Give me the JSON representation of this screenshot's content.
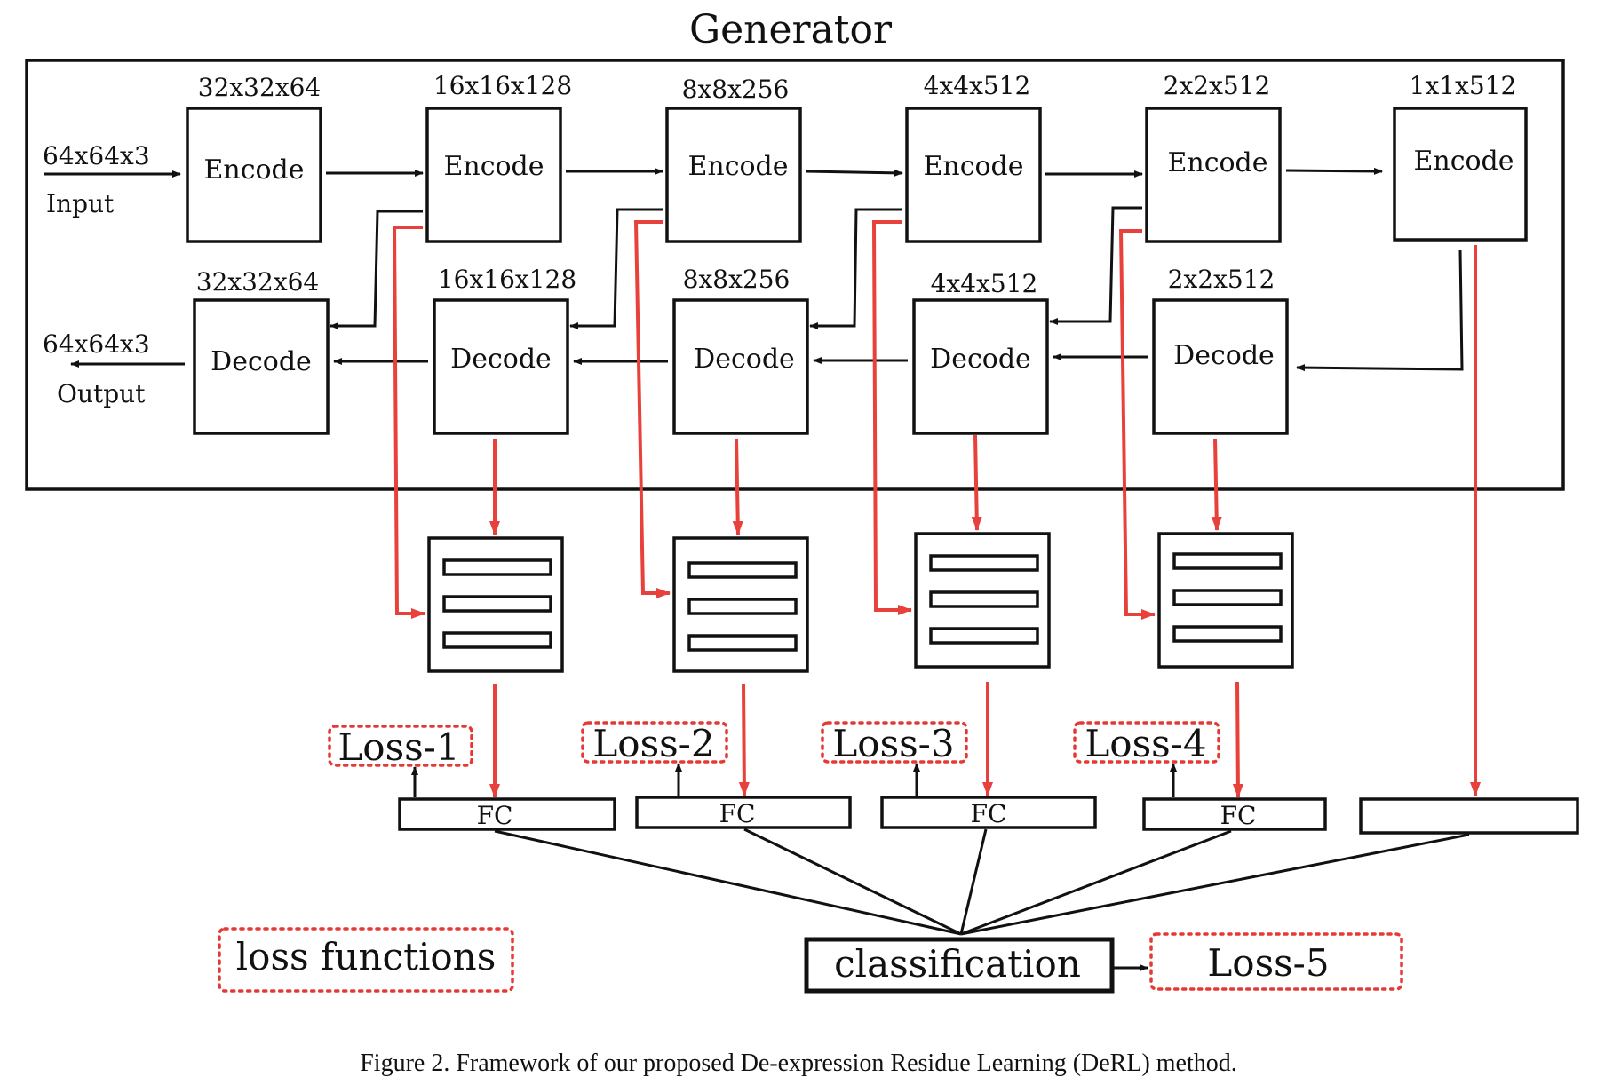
{
  "title": "Generator",
  "input": {
    "dims": "64x64x3",
    "label": "Input"
  },
  "output": {
    "dims": "64x64x3",
    "label": "Output"
  },
  "encoders": [
    {
      "label": "Encode",
      "dims": "32x32x64"
    },
    {
      "label": "Encode",
      "dims": "16x16x128"
    },
    {
      "label": "Encode",
      "dims": "8x8x256"
    },
    {
      "label": "Encode",
      "dims": "4x4x512"
    },
    {
      "label": "Encode",
      "dims": "2x2x512"
    },
    {
      "label": "Encode",
      "dims": "1x1x512"
    }
  ],
  "decoders": [
    {
      "label": "Decode",
      "dims": "32x32x64"
    },
    {
      "label": "Decode",
      "dims": "16x16x128"
    },
    {
      "label": "Decode",
      "dims": "8x8x256"
    },
    {
      "label": "Decode",
      "dims": "4x4x512"
    },
    {
      "label": "Decode",
      "dims": "2x2x512"
    }
  ],
  "fc_labels": [
    "FC",
    "FC",
    "FC",
    "FC",
    ""
  ],
  "losses": [
    "Loss-1",
    "Loss-2",
    "Loss-3",
    "Loss-4"
  ],
  "classification": "classification",
  "final_loss": "Loss-5",
  "legend": "loss functions",
  "caption": "Figure 2. Framework of our proposed De-expression Residue Learning (DeRL) method.",
  "colors": {
    "residue_arrow": "#e8413c",
    "loss_border": "#e53935",
    "line": "#111111"
  },
  "icons": {
    "residue_block": "stacked-bars-icon"
  }
}
